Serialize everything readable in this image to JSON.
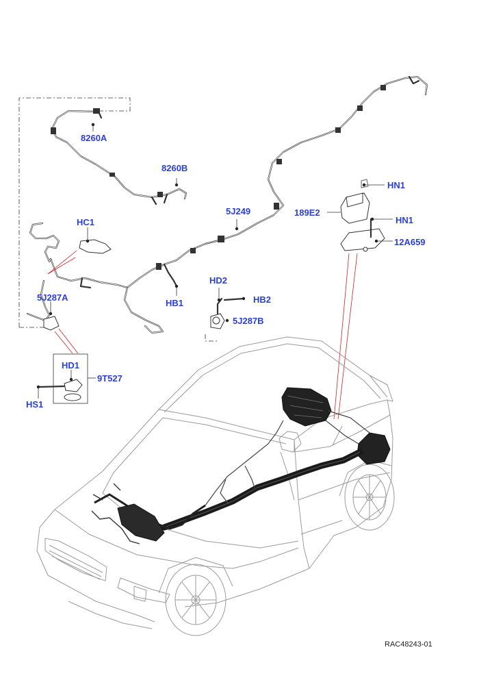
{
  "labels": {
    "l8260a": "8260A",
    "l8260b": "8260B",
    "l5j249": "5J249",
    "lhc1": "HC1",
    "l5j287a": "5J287A",
    "lhb1": "HB1",
    "lhd2": "HD2",
    "lhb2": "HB2",
    "l5j287b": "5J287B",
    "lhn1a": "HN1",
    "l189e2": "189E2",
    "lhn1b": "HN1",
    "l12a659": "12A659",
    "lhd1": "HD1",
    "l9t527": "9T527",
    "lhs1": "HS1"
  },
  "reference": "RAC48243-01",
  "colors": {
    "callout": "#2a3fd6",
    "highlight_line": "#d21f1f",
    "harness": "#333333",
    "vehicle_outline": "#9a9a9a"
  }
}
